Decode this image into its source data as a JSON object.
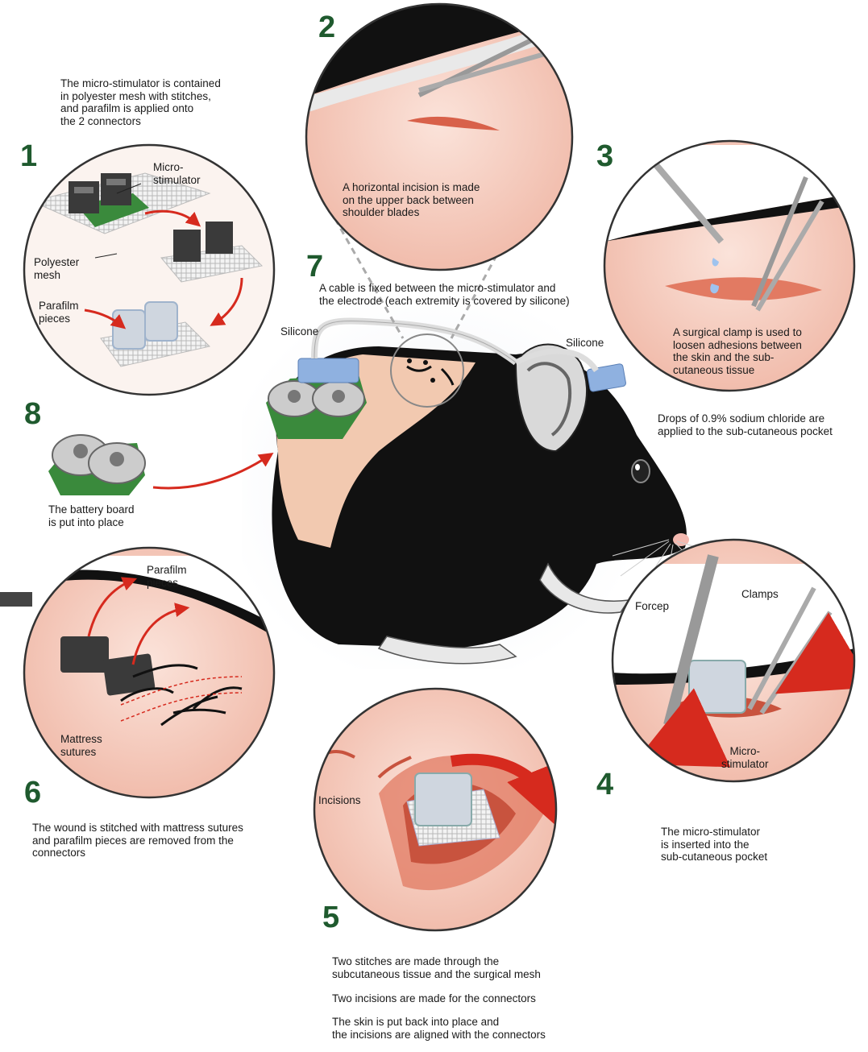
{
  "steps": {
    "s1": {
      "num": "1",
      "caption": "The micro-stimulator is contained\nin polyester mesh with stitches,\nand parafilm is applied onto\nthe 2 connectors",
      "labels": {
        "micro_stimulator": "Micro-\nstimulator",
        "polyester_mesh": "Polyester\nmesh",
        "parafilm": "Parafilm\npieces"
      }
    },
    "s2": {
      "num": "2",
      "caption": "A horizontal incision is made\non the upper back between\nshoulder blades"
    },
    "s3": {
      "num": "3",
      "caption": "A surgical clamp is used to\nloosen adhesions between\nthe skin and the sub-\ncutaneous tissue",
      "caption2": "Drops of 0.9% sodium chloride are\napplied to the sub-cutaneous pocket"
    },
    "s4": {
      "num": "4",
      "caption": "The micro-stimulator\nis inserted into the\nsub-cutaneous pocket",
      "labels": {
        "forcep": "Forcep",
        "clamps": "Clamps",
        "micro_stimulator": "Micro-\nstimulator"
      }
    },
    "s5": {
      "num": "5",
      "caption1": "Two stitches are made through the\nsubcutaneous tissue and the surgical mesh",
      "caption2": "Two incisions are made for the connectors",
      "caption3": "The skin is put back into place and\nthe incisions are aligned with the connectors",
      "labels": {
        "incisions": "Incisions"
      }
    },
    "s6": {
      "num": "6",
      "caption": "The wound is stitched with mattress sutures\nand parafilm pieces are removed from the\nconnectors",
      "labels": {
        "parafilm": "Parafilm\npieces",
        "mattress": "Mattress\nsutures"
      }
    },
    "s7": {
      "num": "7",
      "caption": "A cable is fixed between the micro-stimulator and\nthe electrode (each extremity is covered by silicone)",
      "labels": {
        "silicone_left": "Silicone",
        "silicone_right": "Silicone"
      }
    },
    "s8": {
      "num": "8",
      "caption": "The battery board\nis put into place"
    }
  },
  "colors": {
    "step_number": "#1f5a2e",
    "arrow_red": "#d62a1e",
    "skin": "#f4c6b8",
    "board_green": "#3a8a3c",
    "connector_dark": "#3a3a3a"
  }
}
